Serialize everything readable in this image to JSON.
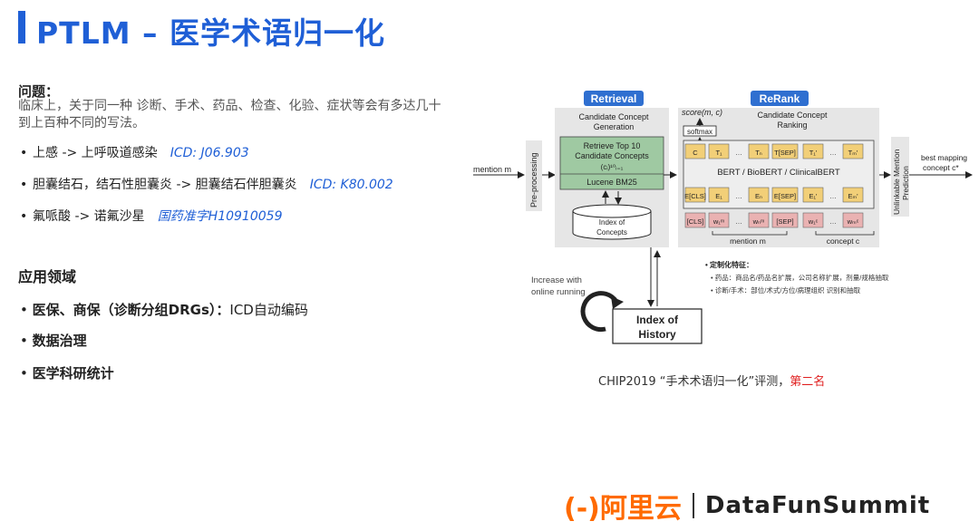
{
  "slide": {
    "title": "PTLM – 医学术语归一化"
  },
  "problem": {
    "heading": "问题：",
    "description": "临床上，关于同一种 诊断、手术、药品、检查、化验、症状等会有多达几十到上百种不同的写法。",
    "examples": [
      {
        "text": "上感 -> 上呼吸道感染",
        "code": "ICD: J06.903"
      },
      {
        "text": "胆囊结石，结石性胆囊炎  -> 胆囊结石伴胆囊炎",
        "code": "ICD: K80.002"
      },
      {
        "text": "氟哌酸 -> 诺氟沙星",
        "code": "国药准字H10910059"
      }
    ]
  },
  "applications": {
    "heading": "应用领域",
    "items": [
      {
        "bold": "医保、商保（诊断分组DRGs）：",
        "rest": "ICD自动编码"
      },
      {
        "bold": "数据治理",
        "rest": ""
      },
      {
        "bold": "医学科研统计",
        "rest": ""
      }
    ]
  },
  "diagram": {
    "retrieval_tag": "Retrieval",
    "rerank_tag": "ReRank",
    "retrieval_subtitle_1": "Candidate Concept",
    "retrieval_subtitle_2": "Generation",
    "retrieve_line_1": "Retrieve Top 10",
    "retrieve_line_2": "Candidate Concepts",
    "retrieve_line_3": "(cᵢ)¹⁰ᵢ₌₁",
    "lucene": "Lucene BM25",
    "index_concepts_1": "Index of",
    "index_concepts_2": "Concepts",
    "rerank_subtitle_1": "Candidate Concept",
    "rerank_subtitle_2": "Ranking",
    "score": "score(m, c)",
    "softmax": "softmax",
    "bert": "BERT / BioBERT / ClinicalBERT",
    "top_tokens": [
      "C",
      "T₁",
      "…",
      "Tₙ",
      "T[SEP]",
      "T₁'",
      "…",
      "Tₘ'"
    ],
    "emb_tokens": [
      "E[CLS]",
      "E₁",
      "…",
      "Eₙ",
      "E[SEP]",
      "E₁'",
      "…",
      "Eₘ'"
    ],
    "input_tokens": [
      "[CLS]",
      "w₁ᵐ",
      "…",
      "wₙᵐ",
      "[SEP]",
      "w₁ᶜ",
      "…",
      "wₘᶜ"
    ],
    "mention_label": "mention m",
    "concept_label": "concept c",
    "mention_input": "mention m",
    "preprocessing": "Pre-processing",
    "unlinkable_1": "Unlinkable Mention",
    "unlinkable_2": "Prediction",
    "best_mapping_1": "best mapping",
    "best_mapping_2": "concept c*",
    "increase_1": "Increase with",
    "increase_2": "online running",
    "history_1": "Index of",
    "history_2": "History",
    "custom_heading": "• 定制化特征：",
    "custom_1": "• 药品：商品名/药品名扩展，公司名称扩展，剂量/规格抽取",
    "custom_2": "• 诊断/手术：部位/术式/方位/病理组织 识别和抽取"
  },
  "caption": {
    "main": "CHIP2019 “手术术语归一化”评测，",
    "highlight": "第二名"
  },
  "logo": {
    "ali": "(-)阿里云",
    "datafun": "DataFunSummit"
  },
  "colors": {
    "accent": "#1f5fd6",
    "highlight": "#e02020",
    "aliyun": "#ff6a00",
    "green_box": "#9fc9a2",
    "yellow_box": "#f2cf78",
    "pink_box": "#eab2b2"
  }
}
